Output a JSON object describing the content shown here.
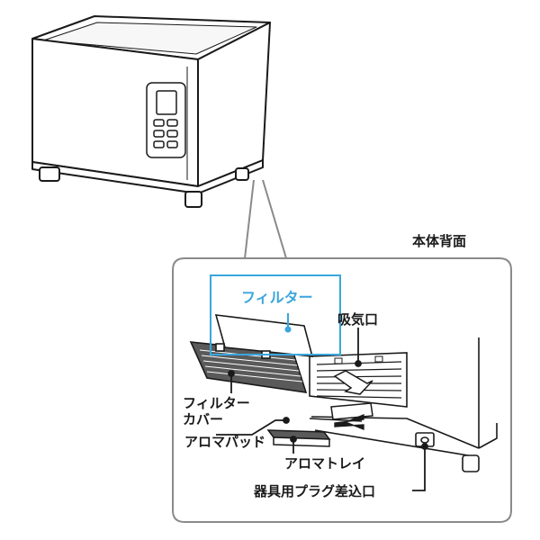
{
  "labels": {
    "body_back": "本体背面",
    "filter": "フィルター",
    "air_intake": "吸気口",
    "filter_cover_line1": "フィルター",
    "filter_cover_line2": "カバー",
    "aroma_pad": "アロマパッド",
    "aroma_tray": "アロマトレイ",
    "plug_inlet": "器具用プラグ差込口"
  },
  "colors": {
    "line": "#1a1a1a",
    "accent": "#3aa6dd",
    "callout_border": "#8a8a8a",
    "cover_fill": "#555555",
    "vent_fill": "#ffffff"
  }
}
